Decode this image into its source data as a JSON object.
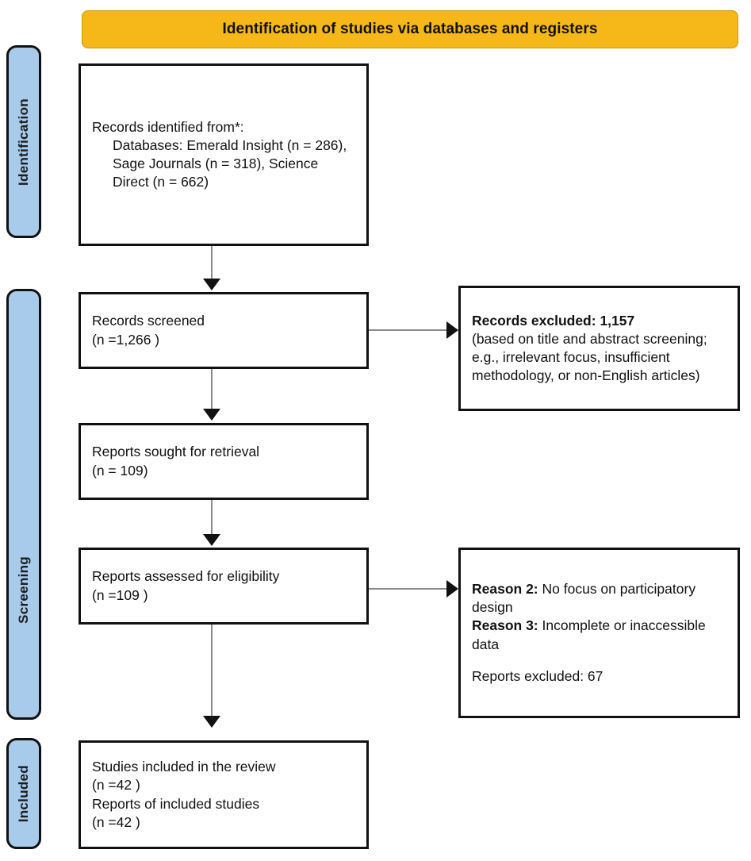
{
  "diagram": {
    "type": "prisma-flow-diagram",
    "title": "Identification of studies via databases and registers",
    "colors": {
      "banner_fill": "#F5B818",
      "stage_bar_fill": "#A8CBEC",
      "box_border": "#111111",
      "connector": "#8a8a8a"
    }
  },
  "stages": [
    {
      "label": "Identification"
    },
    {
      "label": "Screening"
    },
    {
      "label": "Included"
    }
  ],
  "boxes": {
    "identified": {
      "line1": "Records identified from*:",
      "line2": "Databases: Emerald Insight (n = 286), Sage Journals (n = 318), Science Direct (n = 662)"
    },
    "screened": {
      "line1": "Records screened",
      "line2": "(n =1,266 )"
    },
    "excluded": {
      "line1": "Records excluded: 1,157",
      "line2": "(based on title and abstract screening; e.g., irrelevant focus, insufficient methodology, or non-English articles)"
    },
    "sought": {
      "line1": "Reports sought for retrieval",
      "line2": "(n = 109)"
    },
    "assessed": {
      "line1": "Reports assessed for eligibility",
      "line2": "(n =109 )"
    },
    "reasons": {
      "reason2_label": "Reason 2:",
      "reason2_text": " No focus on participatory design",
      "reason3_label": "Reason 3:",
      "reason3_text": " Incomplete or inaccessible data",
      "excluded_total": "Reports excluded: 67"
    },
    "included": {
      "line1": "Studies included in the review",
      "line2": "(n =42 )",
      "line3": "Reports of included studies",
      "line4": "(n =42 )"
    }
  },
  "counts": {
    "emerald_insight": 286,
    "sage_journals": 318,
    "science_direct": 662,
    "records_screened": 1266,
    "records_excluded": 1157,
    "reports_sought": 109,
    "reports_assessed": 109,
    "reports_excluded": 67,
    "studies_included": 42,
    "reports_of_included_studies": 42
  }
}
